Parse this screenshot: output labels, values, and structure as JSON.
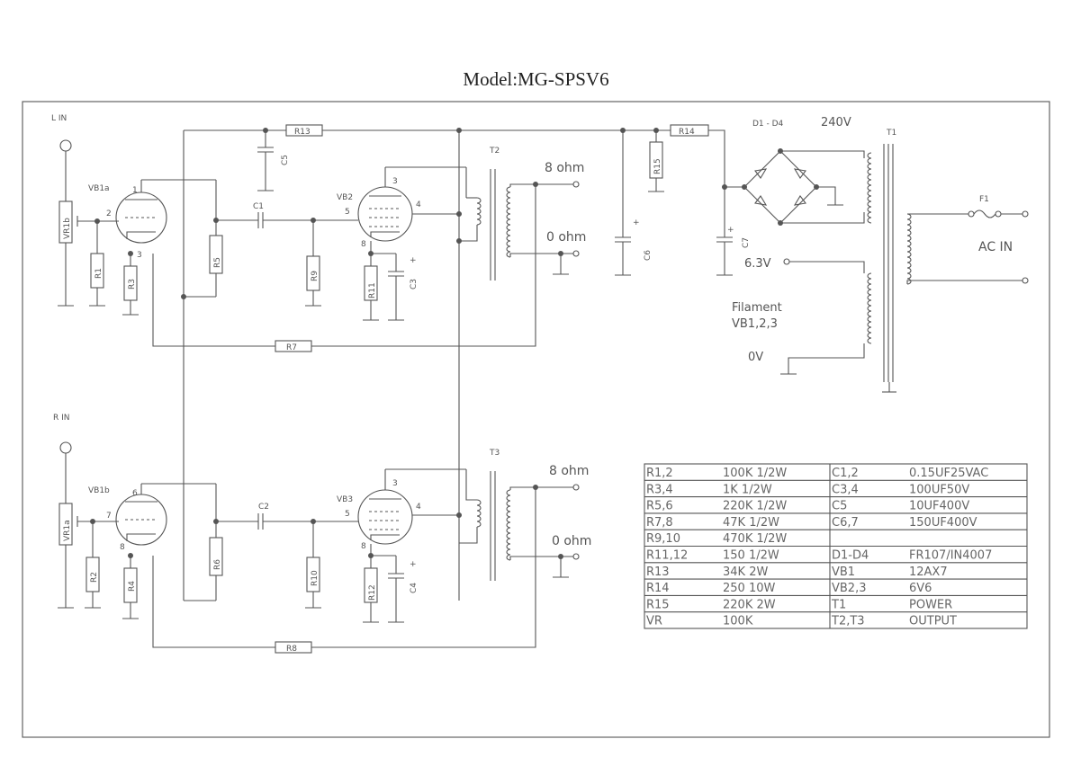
{
  "title": "Model:MG-SPSV6",
  "inputs": {
    "left": "L IN",
    "right": "R IN"
  },
  "output_labels": {
    "ohm8": "8 ohm",
    "ohm0": "0 ohm"
  },
  "power": {
    "diodes": "D1 - D4",
    "v240": "240V",
    "v63": "6.3V",
    "filament": "Filament",
    "filament_tubes": "VB1,2,3",
    "v0": "0V",
    "ac_in": "AC IN"
  },
  "components": {
    "vr1b": "VR1b",
    "vr1a": "VR1a",
    "vb1a": "VB1a",
    "vb1b": "VB1b",
    "vb2": "VB2",
    "vb3": "VB3",
    "r1": "R1",
    "r2": "R2",
    "r3": "R3",
    "r4": "R4",
    "r5": "R5",
    "r6": "R6",
    "r7": "R7",
    "r8": "R8",
    "r9": "R9",
    "r10": "R10",
    "r11": "R11",
    "r12": "R12",
    "r13": "R13",
    "r14": "R14",
    "r15": "R15",
    "c1": "C1",
    "c2": "C2",
    "c3": "C3",
    "c4": "C4",
    "c5": "C5",
    "c6": "C6",
    "c7": "C7",
    "t1": "T1",
    "t2": "T2",
    "t3": "T3",
    "f1": "F1"
  },
  "pins": {
    "p1": "1",
    "p2": "2",
    "p3": "3",
    "p4": "4",
    "p5": "5",
    "p6": "6",
    "p7": "7",
    "p8": "8"
  },
  "polarity": "+",
  "bom": [
    [
      "R1,2",
      "100K 1/2W",
      "C1,2",
      "0.15UF25VAC"
    ],
    [
      "R3,4",
      "1K 1/2W",
      "C3,4",
      "100UF50V"
    ],
    [
      "R5,6",
      "220K 1/2W",
      "C5",
      "10UF400V"
    ],
    [
      "R7,8",
      "47K 1/2W",
      "C6,7",
      "150UF400V"
    ],
    [
      "R9,10",
      "470K 1/2W",
      "",
      ""
    ],
    [
      "R11,12",
      "150 1/2W",
      "D1-D4",
      "FR107/IN4007"
    ],
    [
      "R13",
      "34K 2W",
      "VB1",
      "12AX7"
    ],
    [
      "R14",
      "250 10W",
      "VB2,3",
      "6V6"
    ],
    [
      "R15",
      "220K 2W",
      "T1",
      "POWER"
    ],
    [
      "VR",
      "100K",
      "T2,T3",
      "OUTPUT"
    ]
  ]
}
